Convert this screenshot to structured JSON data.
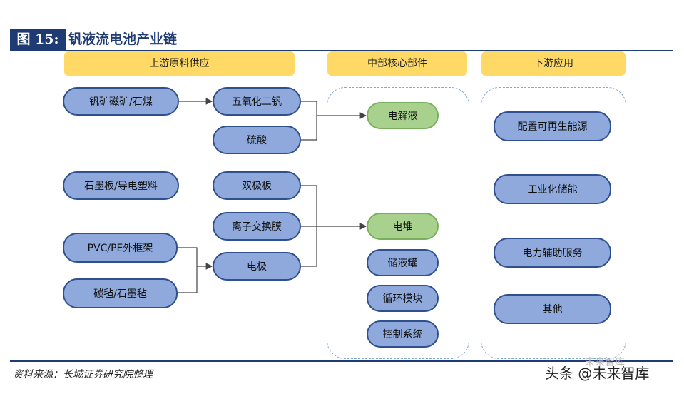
{
  "title": {
    "label": "图 15:",
    "text": "钒液流电池产业链"
  },
  "headers": {
    "upstream": "上游原料供应",
    "midstream": "中部核心部件",
    "downstream": "下游应用"
  },
  "raw_materials": {
    "vanadium_ore": "钒矿磁矿/石煤",
    "graphite_plate": "石墨板/导电塑料",
    "pvc_frame": "PVC/PE外框架",
    "carbon_felt": "碳毡/石墨毡"
  },
  "intermediates": {
    "vanadium_pentoxide": "五氧化二钒",
    "sulfuric_acid": "硫酸",
    "bipolar_plate": "双极板",
    "ion_membrane": "离子交换膜",
    "electrode": "电极"
  },
  "core_parts": {
    "electrolyte": "电解液",
    "stack": "电堆",
    "storage_tank": "储液罐",
    "circulation": "循环模块",
    "control_system": "控制系统"
  },
  "applications": {
    "renewable": "配置可再生能源",
    "industrial": "工业化储能",
    "grid_service": "电力辅助服务",
    "other": "其他"
  },
  "footer": {
    "source": "资料来源：长城证券研究院整理",
    "watermark": "头条 @未来智库",
    "watermark_small": "未来智库"
  },
  "colors": {
    "title_bg": "#1f3b73",
    "header": "#ffd966",
    "node": "#8fa9dc",
    "node_border": "#2f4f8f",
    "green": "#a9d18e",
    "dashed": "#7ea6d8"
  }
}
